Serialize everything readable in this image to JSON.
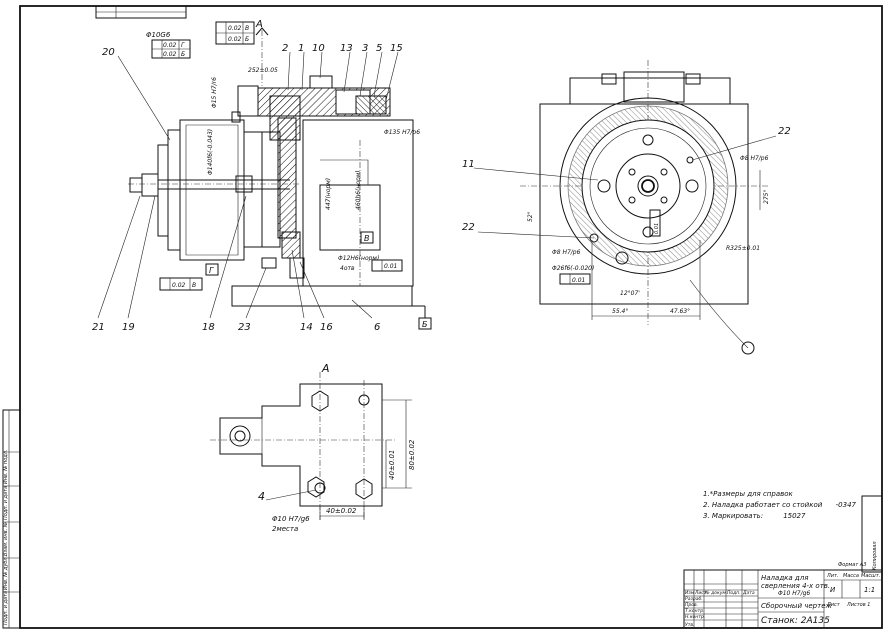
{
  "view_labels": {
    "section_top": "А",
    "view_a": "А"
  },
  "leaders": {
    "l1": "1",
    "l2": "2",
    "l3": "3",
    "l4": "4",
    "l5": "5",
    "l6": "6",
    "l10": "10",
    "l11": "11",
    "l13": "13",
    "l14": "14",
    "l15": "15",
    "l16": "16",
    "l18": "18",
    "l19": "19",
    "l20": "20",
    "l21": "21",
    "l22a": "22",
    "l22b": "22",
    "l23": "23"
  },
  "datums": {
    "b": "Б",
    "v": "В",
    "g": "Г"
  },
  "dimensions": {
    "d_top_bore": "Φ10G6",
    "d_252": "252±0.05",
    "d_fit15": "Φ15 H7/r6",
    "d_fit135": "Φ135 H7/p6",
    "d_447": "447(норм)",
    "d_460": "460h6(норм)",
    "d_fit12": "Φ12H6(норм)",
    "d_fit12b": "4отв",
    "d_hub": "Φ140f6(-0.043)",
    "d_52": "52°",
    "d_275": "275°",
    "d_r325": "R325±0.01",
    "d_fit8a": "Φ8 H7/p6",
    "d_fit8b": "Φ8 H7/p6",
    "d_fit26": "Φ26f6(-0.020)",
    "d_554": "55.4°",
    "d_4763": "47.63°",
    "d_80": "80±0.02",
    "d_40v": "40±0.01",
    "d_40h": "40±0.02",
    "d_fit10": "Φ10 H7/g6",
    "d_fit10_note": "2места",
    "d_12": "12°07'"
  },
  "tolerances": {
    "t1": "0.02",
    "t1_ref": "В",
    "t2": "0.02",
    "t2_ref": "Б",
    "t3": "0.02",
    "t3_ref": "Г",
    "t4": "0.02",
    "t4_ref": "Б",
    "t5": "0.02",
    "t5_ref": "В",
    "t6": "0.01",
    "t7": "0.01",
    "t8": "0.01"
  },
  "notes": [
    "1.*Размеры для справок",
    "2. Наладка работает со стойкой",
    "3. Маркировать:",
    "-0347",
    "15027"
  ],
  "title_block": {
    "name_line1": "Наладка для",
    "name_line2": "сверления 4-х отв.",
    "name_line3": "Φ10 H7/g6",
    "doc_type": "Сборочный чертеж",
    "machine": "Станок: 2А135",
    "header_lit": "Лит.",
    "header_mass": "Масса",
    "header_scale": "Масшт.",
    "lit_value": "И",
    "scale_value": "1:1",
    "sheet_label": "Лист",
    "sheets_label": "Листов 1",
    "rows": [
      "Изм",
      "Лист",
      "№ докум.",
      "Подп.",
      "Дата",
      "Разраб.",
      "Пров.",
      "Т.контр.",
      "Н.контр.",
      "Утв."
    ]
  },
  "side_strip": [
    "Подп. и дата",
    "Инв. № дубл.",
    "Взам. инв. №",
    "Подп. и дата",
    "Инв. № подл."
  ],
  "corner_marks": {
    "top_right_code": "Формат А3",
    "right_vertical": "Копировал"
  }
}
